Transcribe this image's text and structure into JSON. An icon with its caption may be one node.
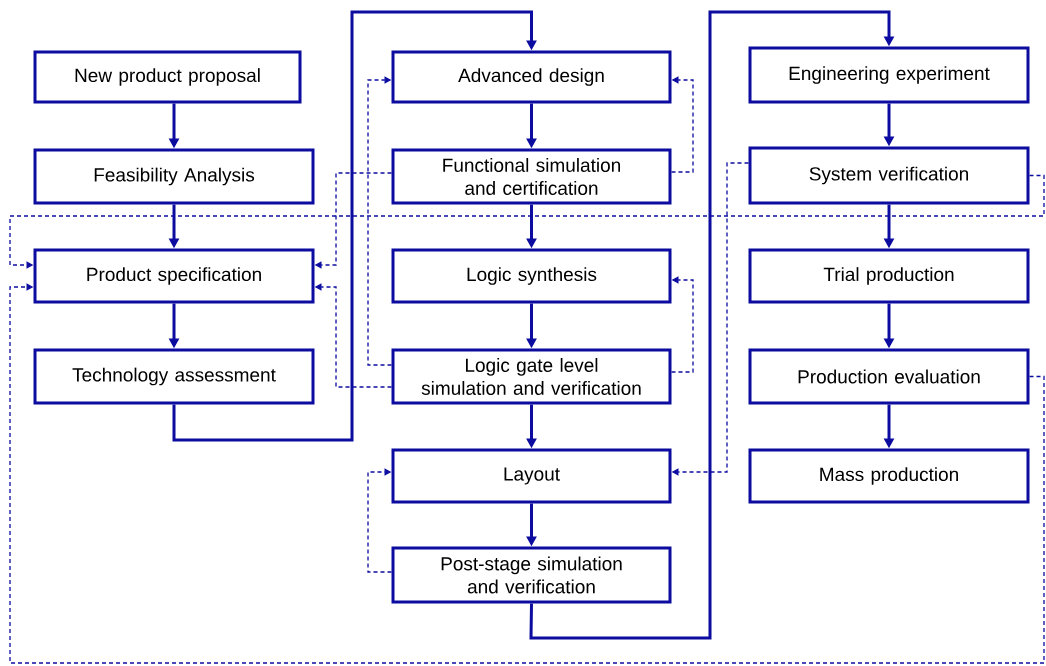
{
  "diagram": {
    "nodes": [
      {
        "text": [
          "New product proposal"
        ]
      },
      {
        "text": [
          "Feasibility Analysis"
        ]
      },
      {
        "text": [
          "Product specification"
        ]
      },
      {
        "text": [
          "Technology assessment"
        ]
      },
      {
        "text": [
          "Advanced design"
        ]
      },
      {
        "text": [
          "Functional simulation and certification"
        ]
      },
      {
        "text": [
          "Logic synthesis"
        ]
      },
      {
        "text": [
          "Logic gate level simulation and verification"
        ]
      },
      {
        "text": [
          "Layout"
        ]
      },
      {
        "text": [
          "Post-stage simulation and verification"
        ]
      },
      {
        "text": [
          "Engineering experiment"
        ]
      },
      {
        "text": [
          "System verification"
        ]
      },
      {
        "text": [
          "Trial production"
        ]
      },
      {
        "text": [
          "Production evaluation"
        ]
      },
      {
        "text": [
          "Mass production"
        ]
      }
    ],
    "edges": [
      {
        "from": 0,
        "to": 1,
        "arrow": "to"
      },
      {
        "from": 1,
        "to": 2,
        "arrow": "to"
      },
      {
        "from": 2,
        "to": 3,
        "arrow": "to"
      },
      {
        "from": 3,
        "to": 4,
        "arrow": "to"
      },
      {
        "from": 4,
        "to": 5,
        "arrow": "to"
      },
      {
        "from": 5,
        "to": 6,
        "arrow": "to"
      },
      {
        "from": 6,
        "to": 7,
        "arrow": "to"
      },
      {
        "from": 7,
        "to": 8,
        "arrow": "to"
      },
      {
        "from": 8,
        "to": 9,
        "arrow": "to"
      },
      {
        "from": 9,
        "to": 10,
        "arrow": "to"
      },
      {
        "from": 10,
        "to": 11,
        "arrow": "to"
      },
      {
        "from": 11,
        "to": 12,
        "arrow": "to"
      },
      {
        "from": 12,
        "to": 13,
        "arrow": "to"
      },
      {
        "from": 13,
        "to": 14,
        "arrow": "to"
      },
      {
        "from": 5,
        "to": 2,
        "arrow": "to",
        "style": "dashed"
      },
      {
        "from": 7,
        "to": 2,
        "arrow": "to",
        "style": "dashed"
      },
      {
        "from": 7,
        "to": 4,
        "arrow": "to",
        "style": "dashed"
      },
      {
        "from": 5,
        "to": 4,
        "arrow": "to",
        "style": "dashed"
      },
      {
        "from": 7,
        "to": 6,
        "arrow": "to",
        "style": "dashed"
      },
      {
        "from": 9,
        "to": 8,
        "arrow": "to",
        "style": "dashed"
      },
      {
        "from": 11,
        "to": 8,
        "arrow": "to",
        "style": "dashed"
      },
      {
        "from": 11,
        "to": 2,
        "arrow": "to",
        "style": "dashed"
      },
      {
        "from": 13,
        "to": 2,
        "arrow": "to",
        "style": "dashed"
      }
    ]
  }
}
